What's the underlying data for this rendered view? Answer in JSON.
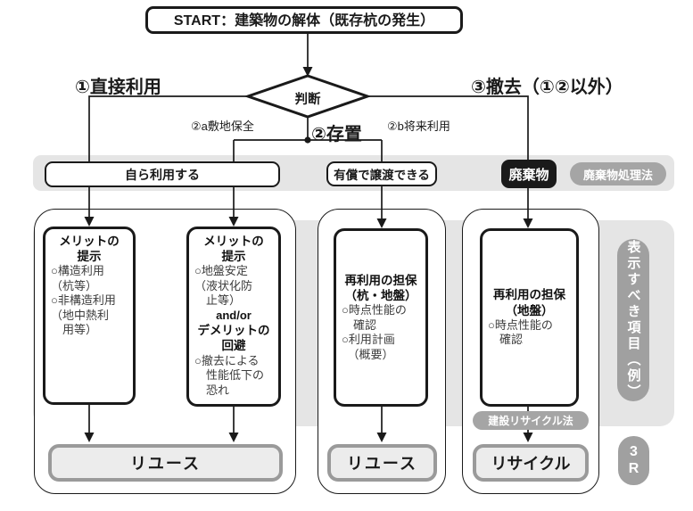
{
  "start": {
    "label": "START：建築物の解体（既存杭の発生）"
  },
  "decision": {
    "label": "判断"
  },
  "branches": {
    "direct_use": "①直接利用",
    "leave_in_place": "②存置",
    "leave_site_preservation": "②a敷地保全",
    "leave_future_use": "②b将来利用",
    "removal": "③撤去（①②以外）"
  },
  "middle_row": {
    "self_use": "自ら利用する",
    "paid_transfer": "有償で譲渡できる",
    "waste": "廃棄物",
    "waste_law_badge": "廃棄物処理法"
  },
  "info_boxes": {
    "box1": {
      "heading": "メリットの\n提示",
      "body": "○構造利用\n（杭等）\n○非構造利用\n（地中熱利\n　用等）"
    },
    "box2": {
      "heading": "メリットの\n提示",
      "body1": "○地盤安定\n（液状化防\n　止等）",
      "connector": "and/or",
      "heading2": "デメリットの\n回避",
      "body2": "○撤去による\n　性能低下の\n　恐れ"
    },
    "box3": {
      "heading": "再利用の担保\n（杭・地盤）",
      "body": "○時点性能の\n　確認\n○利用計画\n　（概要）"
    },
    "box4": {
      "heading": "再利用の担保\n（地盤）",
      "body": "○時点性能の\n　確認"
    }
  },
  "outcomes": {
    "reuse_wide": "リユース",
    "reuse_small": "リユース",
    "recycle": "リサイクル"
  },
  "badges": {
    "construction_recycle_law": "建設リサイクル法",
    "display_items": "表示すべき項目（例）",
    "three_r": "3\nR"
  },
  "colors": {
    "stroke": "#1a1a1a",
    "band_gray": "#e5e5e5",
    "badge_gray": "#a3a3a3",
    "waste_black": "#1a1a1a",
    "outcome_fill": "#ececec",
    "outcome_border": "#9a9a9a"
  }
}
